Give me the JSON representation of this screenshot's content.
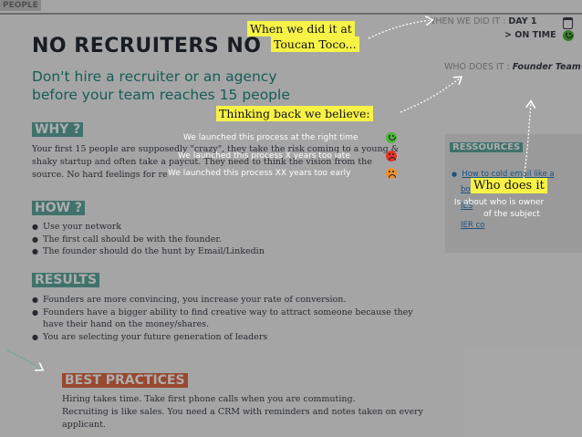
{
  "header": {
    "people_tag": "PEOPLE",
    "title": "NO RECRUITERS NO",
    "when_label": "WHEN WE DID IT : ",
    "when_value": "DAY 1",
    "ontime": "> ON TIME",
    "who_label": "WHO DOES IT : ",
    "who_value": "Founder Team"
  },
  "subtitle": {
    "line1": "Don't hire a recruiter or an agency",
    "line2": "before your team reaches 15 people"
  },
  "why": {
    "heading": "WHY ?",
    "line1": "Your first 15 people are supposedly \"crazy\", they take the risk coming to a young &",
    "line2": "shaky startup and often take a paycut. They need to think the vision from the",
    "line3": "source. No hard feelings for re"
  },
  "how": {
    "heading": "HOW ?",
    "items": [
      "Use your network",
      "The first call should be with the founder.",
      "The founder should do the hunt by Email/Linkedin"
    ]
  },
  "results": {
    "heading": "RESULTS",
    "items": [
      "Founders are more convincing, you increase your rate of conversion.",
      "Founders have a bigger ability to find creative way to attract someone because they",
      "have their hand on the money/shares.",
      "You are selecting your future generation of leaders"
    ]
  },
  "resources": {
    "heading": "RESSOURCES",
    "link1_a": "How to cold email like a",
    "link1_b": "bo",
    "link2_a": "IES",
    "link2_b": "IER co"
  },
  "best_practices": {
    "heading": "BEST PRACTICES",
    "line1": "Hiring takes time. Take first phone calls when you are commuting.",
    "line2": "Recruiting is like sales. You need a CRM with reminders and notes taken on every",
    "line3": "applicant."
  },
  "annotations": {
    "when_did": "When we did it at",
    "toucan": "Toucan Toco...",
    "thinking": "Thinking back we believe:",
    "right_time": "We launched this process at the right time",
    "x_late": "We launched this process X years too late",
    "xx_early": "We launched this process XX years too early",
    "who_does": "Who does it",
    "is_about": "Is about who is owner",
    "of_subject": "of the subject"
  },
  "colors": {
    "teal": "#5fa8a0",
    "orange": "#e06a45",
    "highlight": "#f7f246",
    "face_green": "#4db53a",
    "face_red": "#e8342a",
    "face_orange": "#f0902e"
  }
}
